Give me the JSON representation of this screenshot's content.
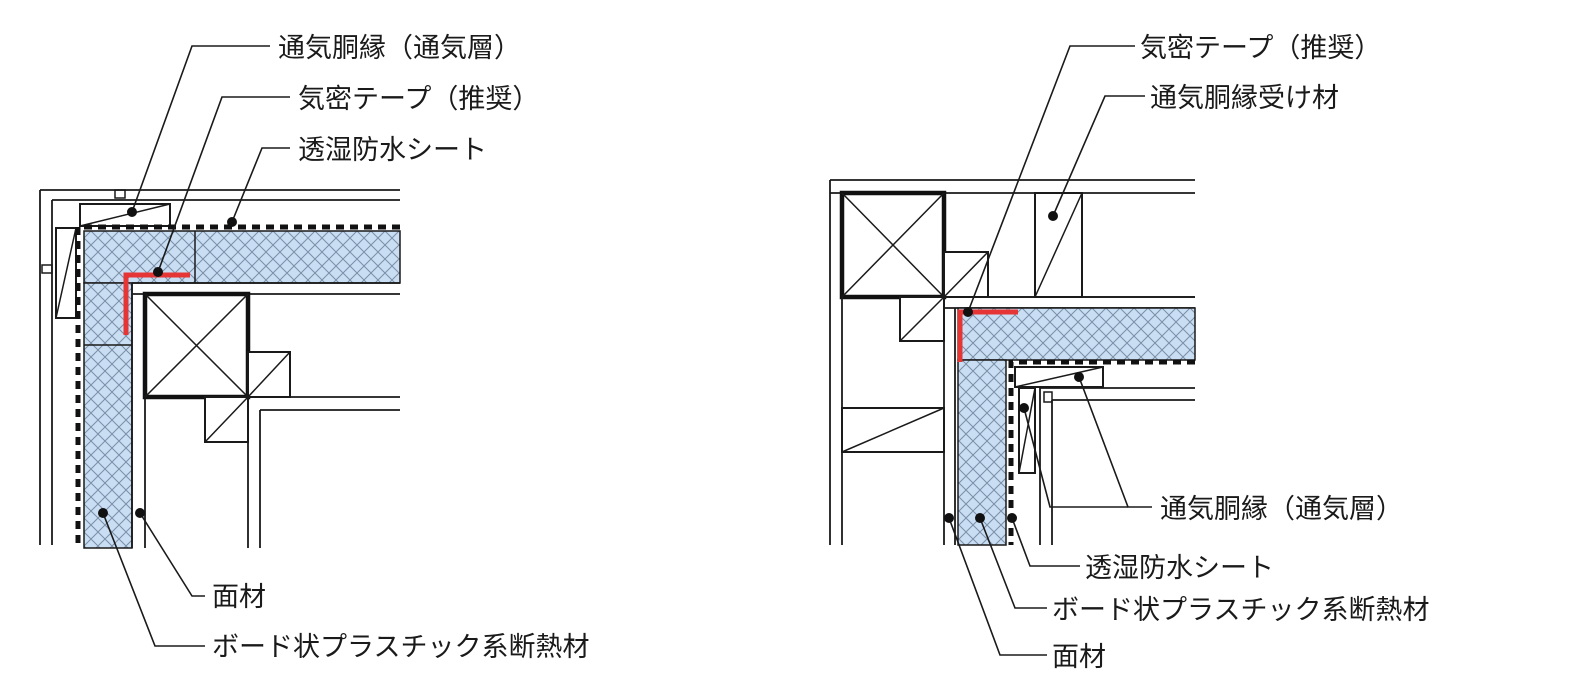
{
  "colors": {
    "insulation_fill": "#c9def3",
    "insulation_hatch": "#7a8ea6",
    "tape": "#e53535",
    "line": "#1a1a1a"
  },
  "left_detail": {
    "labels": {
      "vent_furring": "通気胴縁（通気層）",
      "air_tape": "気密テープ（推奨）",
      "membrane": "透湿防水シート",
      "sheathing": "面材",
      "insulation": "ボード状プラスチック系断熱材"
    }
  },
  "right_detail": {
    "labels": {
      "air_tape": "気密テープ（推奨）",
      "furring_receiver": "通気胴縁受け材",
      "vent_furring": "通気胴縁（通気層）",
      "membrane": "透湿防水シート",
      "insulation": "ボード状プラスチック系断熱材",
      "sheathing": "面材"
    }
  }
}
